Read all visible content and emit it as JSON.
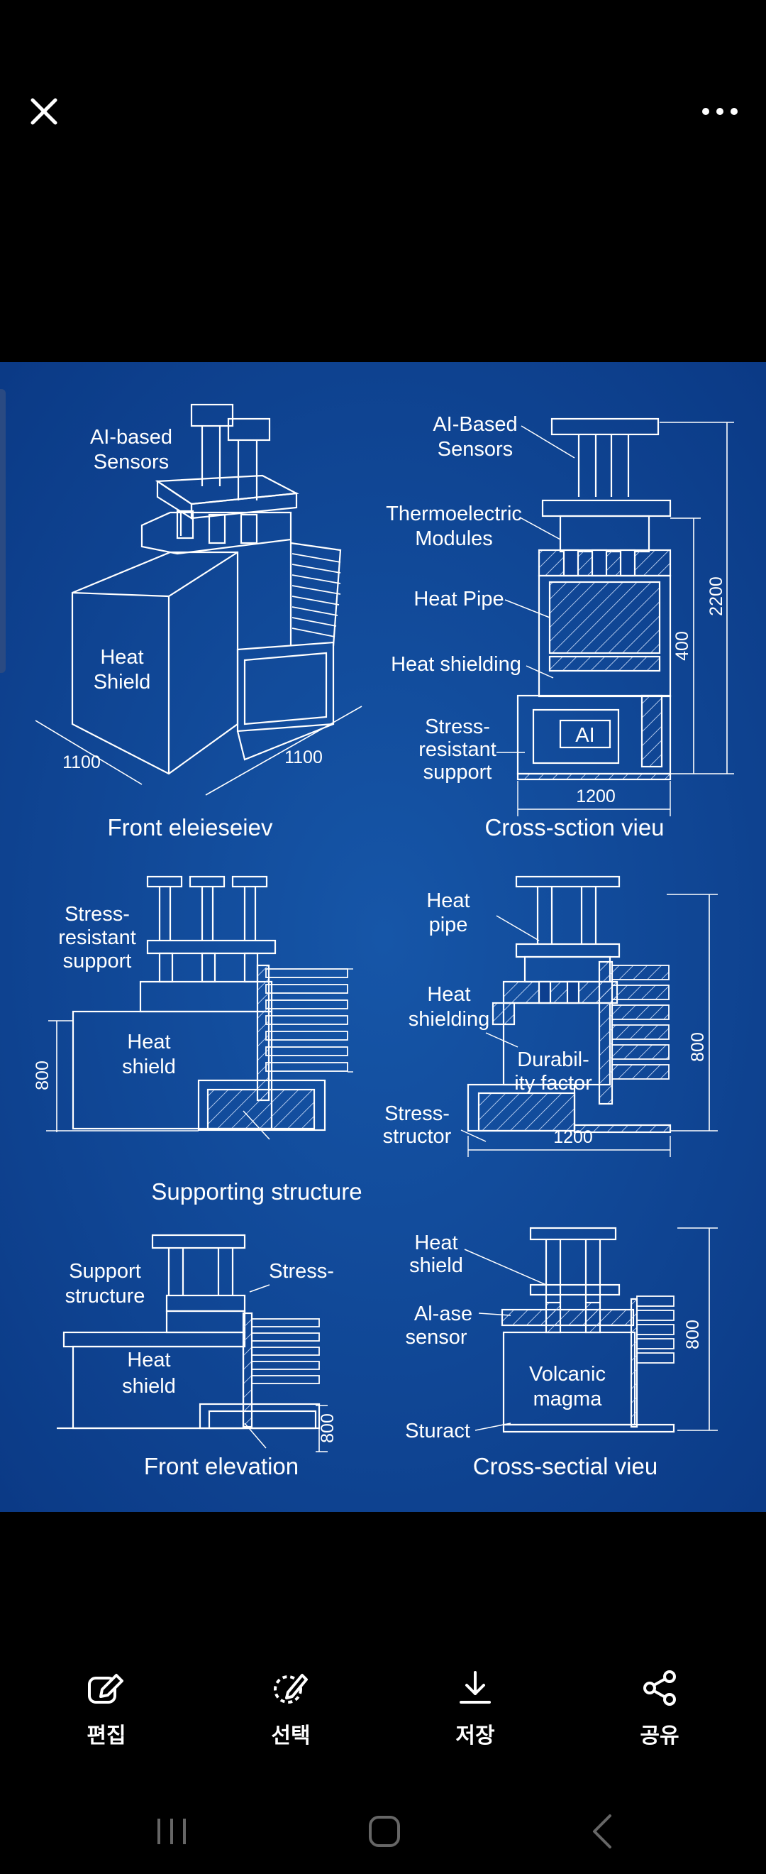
{
  "actions": [
    {
      "label": "편집",
      "icon": "edit-icon"
    },
    {
      "label": "선택",
      "icon": "select-icon"
    },
    {
      "label": "저장",
      "icon": "download-icon"
    },
    {
      "label": "공유",
      "icon": "share-icon"
    }
  ],
  "image": {
    "background": "#0d3f8f",
    "panel_front_eleva": {
      "sensors": [
        "AI-based",
        "Sensors"
      ],
      "heat_shield": [
        "Heat",
        "Shield"
      ],
      "dim_left": "1100",
      "dim_right": "1100",
      "caption": "Front eleieseiev"
    },
    "panel_cross_section_top": {
      "sensors": [
        "AI-Based",
        "Sensors"
      ],
      "thermo": [
        "Thermoelectric",
        "Modules"
      ],
      "heat_pipe": "Heat Pipe",
      "heat_shielding": "Heat shielding",
      "stress": [
        "Stress-",
        "resistant",
        "support"
      ],
      "ai_box": "AI",
      "dim_2200": "2200",
      "dim_400": "400",
      "dim_1200": "1200",
      "caption": "Cross-sction vieu"
    },
    "panel_supporting": {
      "stress": [
        "Stress-",
        "resistant",
        "support"
      ],
      "heat_shield": [
        "Heat",
        "shield"
      ],
      "dim_800": "800",
      "caption": "Supporting structure"
    },
    "panel_durability": {
      "heat_pipe": [
        "Heat",
        "pipe"
      ],
      "heat_shielding": [
        "Heat",
        "shielding"
      ],
      "durability": [
        "Durabil-",
        "ity factor"
      ],
      "stress": [
        "Stress-",
        "structor"
      ],
      "dim_800": "800",
      "dim_1200": "1200"
    },
    "panel_front_elevation": {
      "support": [
        "Support",
        "structure"
      ],
      "stress": "Stress-",
      "heat_shield": [
        "Heat",
        "shield"
      ],
      "dim_800": "800",
      "caption": "Front elevation"
    },
    "panel_cross_sectial": {
      "heat_shield": [
        "Heat",
        "shield"
      ],
      "ai_sensor": [
        "Al-ase",
        "sensor"
      ],
      "volcanic": [
        "Volcanic",
        "magma"
      ],
      "sturact": "Sturact",
      "dim_800": "800",
      "caption": "Cross-sectial vieu"
    }
  }
}
